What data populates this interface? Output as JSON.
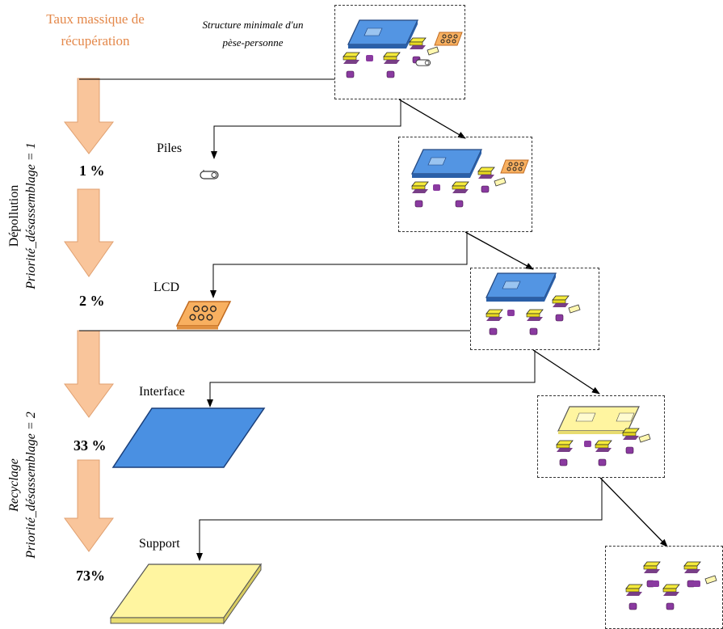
{
  "header": {
    "line1": "Taux massique de",
    "line2": "récupération"
  },
  "title": {
    "line1": "Structure minimale d'un",
    "line2": "pèse-personne"
  },
  "phases": [
    {
      "line1": "Dépollution",
      "line2": "Priorité_désassemblage = 1"
    },
    {
      "line1": "Recyclage",
      "line2": "Priorité_désassemblage = 2"
    }
  ],
  "rates": [
    "1 %",
    "2 %",
    "33 %",
    "73%"
  ],
  "components": [
    "Piles",
    "LCD",
    "Interface",
    "Support"
  ],
  "colors": {
    "orange_text": "#e4884a",
    "arrow_fill": "#f9c59b",
    "blue": "#4a90e2",
    "yellow": "#fff5a0",
    "purple": "#7a2a8a"
  }
}
